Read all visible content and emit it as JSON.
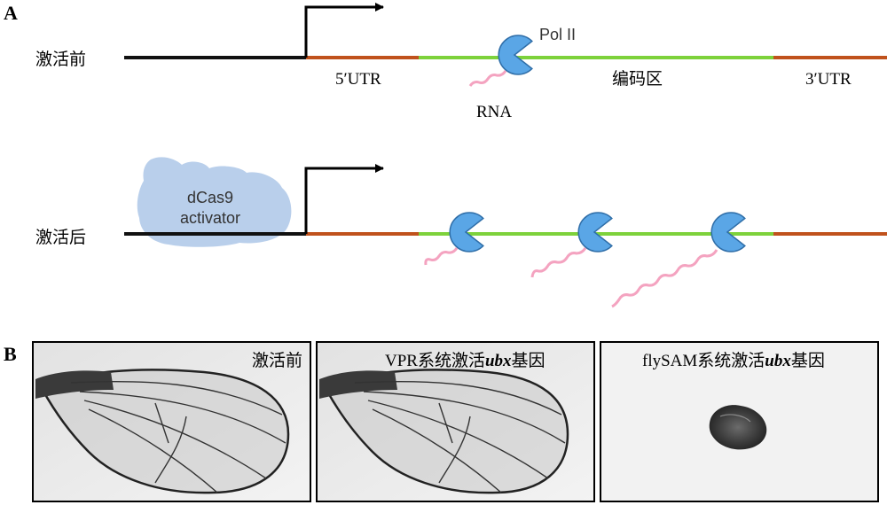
{
  "panel_a": {
    "label": "A",
    "row_before": "激活前",
    "row_after": "激活后",
    "utr5": "5′UTR",
    "utr3": "3′UTR",
    "coding_region": "编码区",
    "pol": "Pol II",
    "rna": "RNA",
    "activator_line1": "dCas9",
    "activator_line2": "activator"
  },
  "panel_b": {
    "label": "B",
    "images": [
      {
        "title": "激活前"
      },
      {
        "title_prefix": "VPR系统激活",
        "title_gene": "ubx",
        "title_suffix": "基因"
      },
      {
        "title_prefix": "flySAM系统激活",
        "title_gene": "ubx",
        "title_suffix": "基因"
      }
    ]
  },
  "colors": {
    "promoter_line": "#111111",
    "utr": "#c0521c",
    "coding": "#7dd23b",
    "polymerase": "#5aa6e6",
    "polymerase_stroke": "#2f6ea8",
    "rna": "#f4a3c0",
    "activator": "#b9cfeb"
  }
}
